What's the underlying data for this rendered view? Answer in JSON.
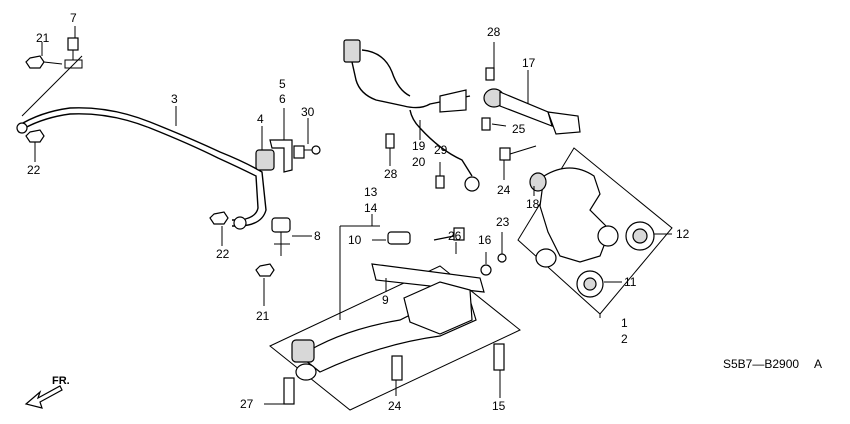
{
  "diagram_code": "S5B7—B2900",
  "diagram_code_suffix": "A",
  "direction_label": "FR.",
  "callouts": {
    "c1": "1",
    "c2": "2",
    "c3": "3",
    "c4": "4",
    "c5": "5",
    "c6": "6",
    "c7": "7",
    "c8": "8",
    "c9": "9",
    "c10": "10",
    "c11": "11",
    "c12": "12",
    "c13": "13",
    "c14": "14",
    "c15": "15",
    "c16": "16",
    "c17": "17",
    "c18": "18",
    "c19": "19",
    "c20": "20",
    "c21a": "21",
    "c21b": "21",
    "c22a": "22",
    "c22b": "22",
    "c23": "23",
    "c24a": "24",
    "c24b": "24",
    "c25": "25",
    "c26": "26",
    "c27": "27",
    "c28a": "28",
    "c28b": "28",
    "c29": "29",
    "c30": "30"
  }
}
